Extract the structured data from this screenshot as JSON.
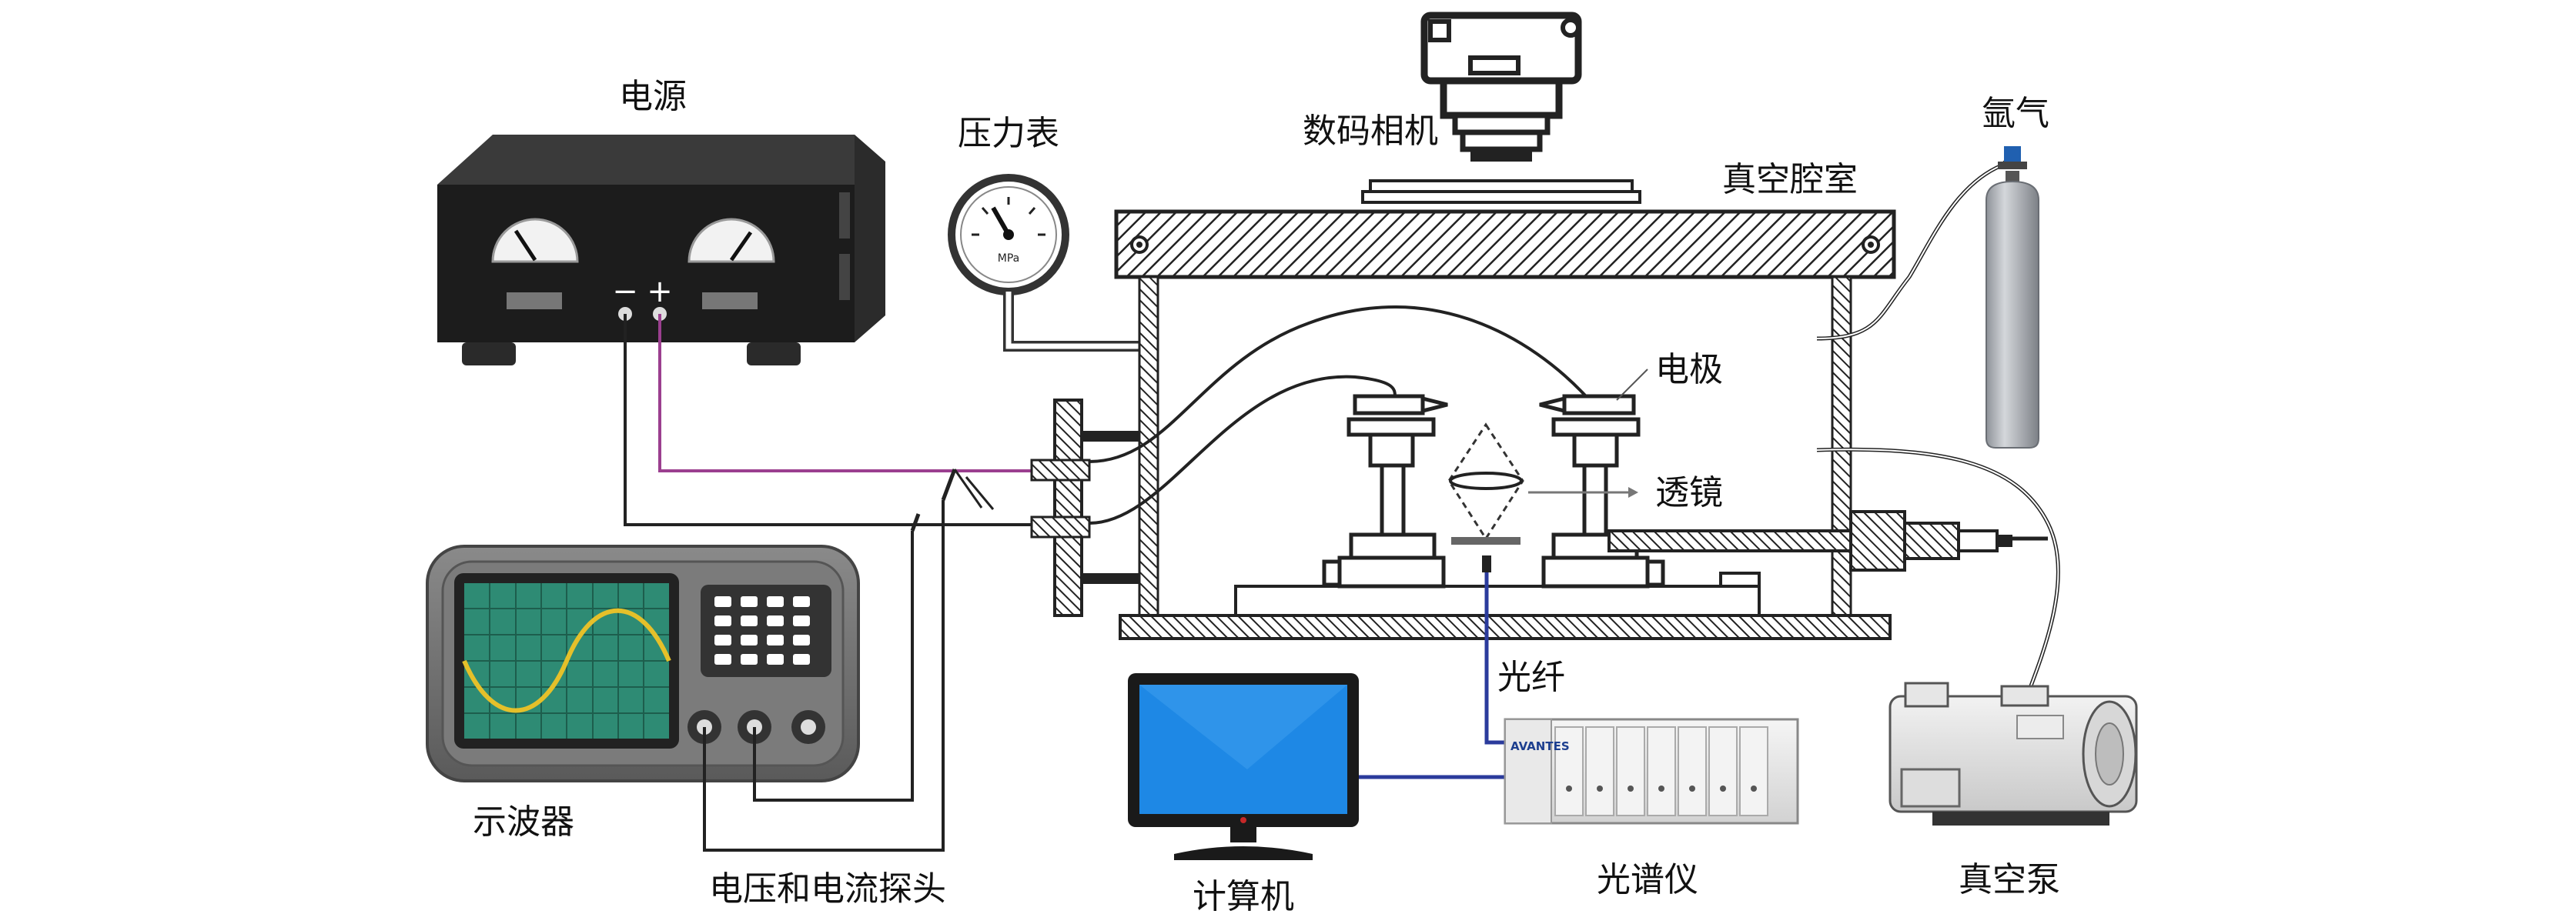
{
  "labels": {
    "power_supply": "电源",
    "pressure_gauge": "压力表",
    "digital_camera": "数码相机",
    "vacuum_chamber": "真空腔室",
    "argon": "氩气",
    "electrode": "电极",
    "lens": "透镜",
    "optical_fiber": "光纤",
    "oscilloscope": "示波器",
    "probes": "电压和电流探头",
    "computer": "计算机",
    "spectrometer": "光谱仪",
    "vacuum_pump": "真空泵",
    "minus": "−",
    "plus": "+",
    "spectrometer_brand": "AVANTES",
    "gauge_unit": "MPa"
  },
  "colors": {
    "power_wire": "#9b3f8f",
    "fiber": "#2b3b9c",
    "computer_cable": "#2b3b9c",
    "scope_screen": "#2e8b74",
    "scope_wave": "#e5c02a",
    "monitor_screen": "#1e88e5",
    "cylinder": "#b8bcc2",
    "valve": "#2060b0"
  }
}
